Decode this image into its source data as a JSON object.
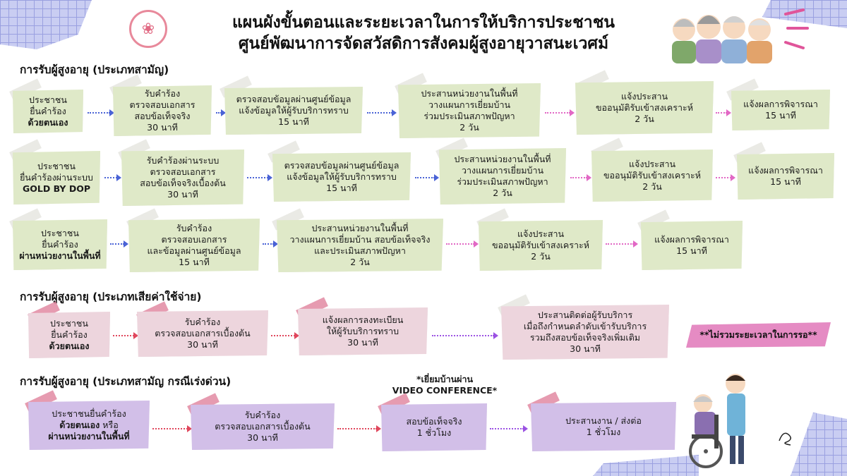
{
  "header": {
    "title_line1": "แผนผังขั้นตอนและระยะเวลาในการให้บริการประชาชน",
    "title_line2": "ศูนย์พัฒนาการจัดสวัสดิการสังคมผู้สูงอายุวาสนะเวศม์",
    "logo_icon": "emblem-icon"
  },
  "colors": {
    "green_box": "#dfe9c8",
    "pink_box": "#edd5dd",
    "purple_box": "#d2bfe8",
    "pill": "#e58bc3"
  },
  "section1": {
    "title": "การรับผู้สูงอายุ (ประเภทสามัญ)",
    "row1": [
      {
        "l1": "ประชาชน",
        "l2": "ยื่นคำร้อง",
        "l3": "ด้วยตนเอง"
      },
      {
        "l1": "รับคำร้อง",
        "l2": "ตรวจสอบเอกสาร",
        "l3": "สอบข้อเท็จจริง",
        "l4": "30 นาที"
      },
      {
        "l1": "ตรวจสอบข้อมูลผ่านศูนย์ข้อมูล",
        "l2": "แจ้งข้อมูลให้ผู้รับบริการทราบ",
        "l3": "15 นาที"
      },
      {
        "l1": "ประสานหน่วยงานในพื้นที่",
        "l2": "วางแผนการเยี่ยมบ้าน",
        "l3": "ร่วมประเมินสภาพปัญหา",
        "l4": "2 วัน"
      },
      {
        "l1": "แจ้งประสาน",
        "l2": "ขออนุมัติรับเข้าสงเคราะห์",
        "l3": "2 วัน"
      },
      {
        "l1": "แจ้งผลการพิจารณา",
        "l2": "15 นาที"
      }
    ],
    "row2": [
      {
        "l1": "ประชาชน",
        "l2": "ยื่นคำร้องผ่านระบบ",
        "l3": "GOLD BY DOP"
      },
      {
        "l1": "รับคำร้องผ่านระบบ",
        "l2": "ตรวจสอบเอกสาร",
        "l3": "สอบข้อเท็จจริงเบื้องต้น",
        "l4": "30 นาที"
      },
      {
        "l1": "ตรวจสอบข้อมูลผ่านศูนย์ข้อมูล",
        "l2": "แจ้งข้อมูลให้ผู้รับบริการทราบ",
        "l3": "15 นาที"
      },
      {
        "l1": "ประสานหน่วยงานในพื้นที่",
        "l2": "วางแผนการเยี่ยมบ้าน",
        "l3": "ร่วมประเมินสภาพปัญหา",
        "l4": "2 วัน"
      },
      {
        "l1": "แจ้งประสาน",
        "l2": "ขออนุมัติรับเข้าสงเคราะห์",
        "l3": "2 วัน"
      },
      {
        "l1": "แจ้งผลการพิจารณา",
        "l2": "15 นาที"
      }
    ],
    "row3": [
      {
        "l1": "ประชาชน",
        "l2": "ยื่นคำร้อง",
        "l3": "ผ่านหน่วยงานในพื้นที่"
      },
      {
        "l1": "รับคำร้อง",
        "l2": "ตรวจสอบเอกสาร",
        "l3": "และข้อมูลผ่านศูนย์ข้อมูล",
        "l4": "15 นาที"
      },
      {
        "l1": "ประสานหน่วยงานในพื้นที่",
        "l2": "วางแผนการเยี่ยมบ้าน สอบข้อเท็จจริง",
        "l3": "และประเมินสภาพปัญหา",
        "l4": "2 วัน"
      },
      {
        "l1": "แจ้งประสาน",
        "l2": "ขออนุมัติรับเข้าสงเคราะห์",
        "l3": "2 วัน"
      },
      {
        "l1": "แจ้งผลการพิจารณา",
        "l2": "15 นาที"
      }
    ]
  },
  "section2": {
    "title": "การรับผู้สูงอายุ (ประเภทเสียค่าใช้จ่าย)",
    "row": [
      {
        "l1": "ประชาชน",
        "l2": "ยื่นคำร้อง",
        "l3": "ด้วยตนเอง"
      },
      {
        "l1": "รับคำร้อง",
        "l2": "ตรวจสอบเอกสารเบื้องต้น",
        "l3": "30 นาที"
      },
      {
        "l1": "แจ้งผลการลงทะเบียน",
        "l2": "ให้ผู้รับบริการทราบ",
        "l3": "30 นาที"
      },
      {
        "l1": "ประสานติดต่อผู้รับบริการ",
        "l2": "เมื่อถึงกำหนดลำดับเข้ารับบริการ",
        "l3": "รวมถึงสอบข้อเท็จจริงเพิ่มเติม",
        "l4": "30 นาที"
      }
    ],
    "note": "**ไม่รวมระยะเวลาในการรอ**"
  },
  "section3": {
    "title": "การรับผู้สูงอายุ (ประเภทสามัญ กรณีเร่งด่วน)",
    "vc_note_l1": "*เยี่ยมบ้านผ่าน",
    "vc_note_l2": "VIDEO CONFERENCE*",
    "row": [
      {
        "l1": "ประชาชนยื่นคำร้อง",
        "l2a": "ด้วยตนเอง",
        "l2b": " หรือ",
        "l3": "ผ่านหน่วยงานในพื้นที่"
      },
      {
        "l1": "รับคำร้อง",
        "l2": "ตรวจสอบเอกสารเบื้องต้น",
        "l3": "30 นาที"
      },
      {
        "l1": "สอบข้อเท็จจริง",
        "l2": "1 ชั่วโมง"
      },
      {
        "l1": "ประสานงาน / ส่งต่อ",
        "l2": "1 ชั่วโมง"
      }
    ]
  }
}
